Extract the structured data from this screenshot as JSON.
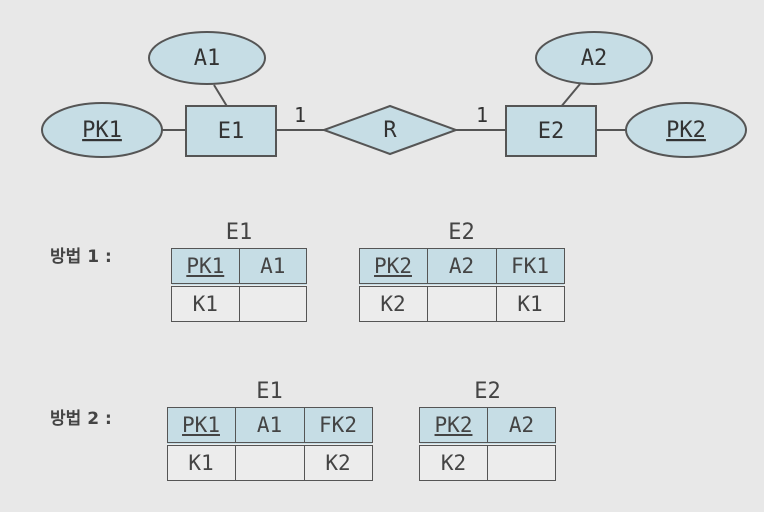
{
  "diagram": {
    "entity1": "E1",
    "entity2": "E2",
    "relationship": "R",
    "card_left": "1",
    "card_right": "1",
    "e1_attr": "A1",
    "e1_key": "PK1",
    "e2_attr": "A2",
    "e2_key": "PK2"
  },
  "methods": [
    {
      "label": "방법 1 :",
      "tables": [
        {
          "name": "E1",
          "headers": [
            "PK1",
            "A1"
          ],
          "row": [
            "K1",
            ""
          ]
        },
        {
          "name": "E2",
          "headers": [
            "PK2",
            "A2",
            "FK1"
          ],
          "row": [
            "K2",
            "",
            "K1"
          ]
        }
      ]
    },
    {
      "label": "방법 2 :",
      "tables": [
        {
          "name": "E1",
          "headers": [
            "PK1",
            "A1",
            "FK2"
          ],
          "row": [
            "K1",
            "",
            "K2"
          ]
        },
        {
          "name": "E2",
          "headers": [
            "PK2",
            "A2"
          ],
          "row": [
            "K2",
            ""
          ]
        }
      ]
    }
  ],
  "colors": {
    "shape_fill": "#c6dde5",
    "stroke": "#555555",
    "background": "#e8e8e8"
  }
}
